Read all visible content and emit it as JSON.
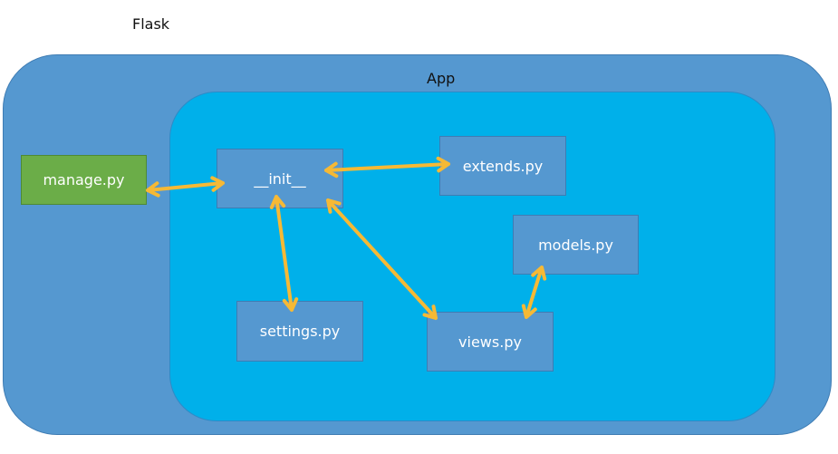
{
  "title": "Flask",
  "outer_container": {
    "label": "App"
  },
  "nodes": {
    "manage": "manage.py",
    "init": "__init__",
    "extends": "extends.py",
    "models": "models.py",
    "settings": "settings.py",
    "views": "views.py"
  },
  "colors": {
    "outer_fill": "#5598d0",
    "inner_fill": "#00b0ea",
    "node_fill": "#5598d0",
    "manage_fill": "#6bad48",
    "arrow": "#f6b935"
  },
  "edges": [
    {
      "from": "manage",
      "to": "init",
      "direction": "both"
    },
    {
      "from": "init",
      "to": "extends",
      "direction": "both"
    },
    {
      "from": "init",
      "to": "settings",
      "direction": "both"
    },
    {
      "from": "init",
      "to": "views",
      "direction": "both"
    },
    {
      "from": "models",
      "to": "views",
      "direction": "both"
    }
  ]
}
